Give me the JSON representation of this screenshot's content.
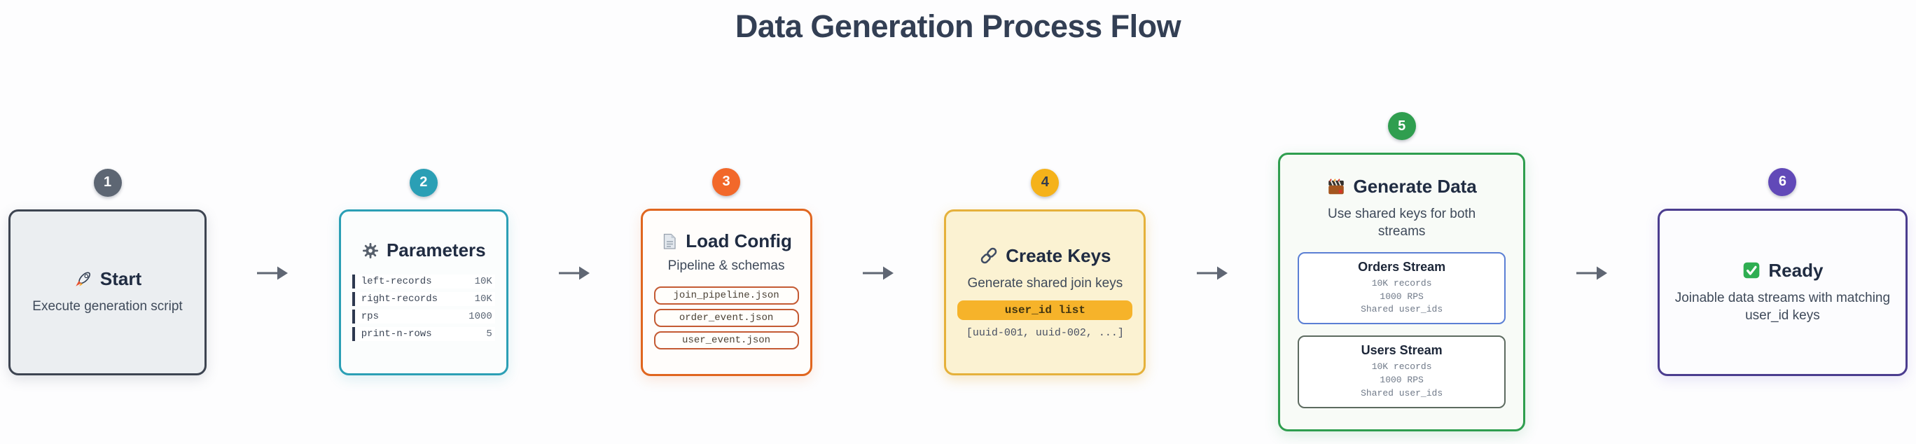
{
  "title": "Data Generation Process Flow",
  "colors": {
    "title_text": "#333f54",
    "arrow": "#5f6673",
    "step1_accent": "#3d4451",
    "step2_accent": "#2b9fb5",
    "step3_accent": "#e0661f",
    "step4_accent": "#f5b21a",
    "step5_accent": "#2f9e4f",
    "step6_accent": "#4b3d8f",
    "key_pill_bg": "#f6b32a",
    "orders_card_border": "#5b7fd4",
    "users_card_border": "#5d6b60"
  },
  "steps": [
    {
      "number": "1",
      "icon": "rocket-icon",
      "label": "Start",
      "description": "Execute generation script"
    },
    {
      "number": "2",
      "icon": "gear-icon",
      "label": "Parameters",
      "params": [
        {
          "name": "left-records",
          "value": "10K"
        },
        {
          "name": "right-records",
          "value": "10K"
        },
        {
          "name": "rps",
          "value": "1000"
        },
        {
          "name": "print-n-rows",
          "value": "5"
        }
      ]
    },
    {
      "number": "3",
      "icon": "document-icon",
      "label": "Load Config",
      "subtitle": "Pipeline & schemas",
      "files": [
        "join_pipeline.json",
        "order_event.json",
        "user_event.json"
      ]
    },
    {
      "number": "4",
      "icon": "link-icon",
      "label": "Create Keys",
      "subtitle": "Generate shared join keys",
      "key_pill": "user_id list",
      "key_sample": "[uuid-001, uuid-002, ...]"
    },
    {
      "number": "5",
      "icon": "clapper-icon",
      "label": "Generate Data",
      "subtitle": "Use shared keys for both streams",
      "streams": [
        {
          "name": "Orders Stream",
          "lines": [
            "10K records",
            "1000 RPS",
            "Shared user_ids"
          ]
        },
        {
          "name": "Users Stream",
          "lines": [
            "10K records",
            "1000 RPS",
            "Shared user_ids"
          ]
        }
      ]
    },
    {
      "number": "6",
      "icon": "check-icon",
      "label": "Ready",
      "description": "Joinable data streams with matching user_id keys"
    }
  ]
}
